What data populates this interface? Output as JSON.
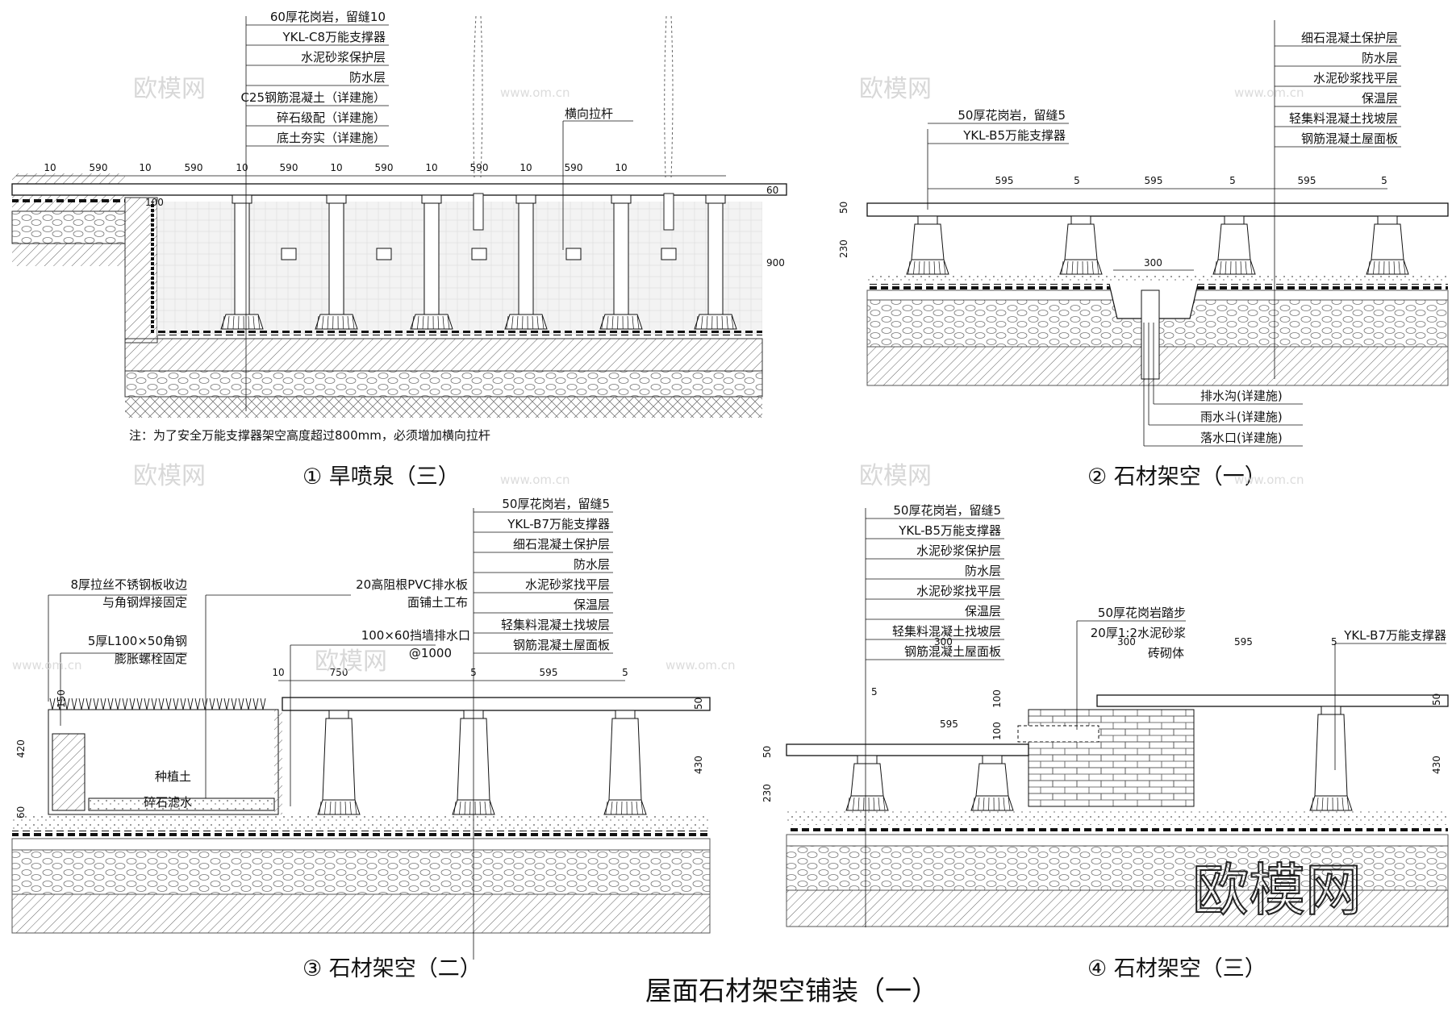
{
  "title": "屋面石材架空铺装（一）",
  "watermark": {
    "brand": "欧模网",
    "url": "www.om.cn"
  },
  "details": [
    {
      "id": "d1",
      "caption": "① 旱喷泉（三）",
      "note": "注：为了安全万能支撑器架空高度超过800mm，必须增加横向拉杆",
      "layers": [
        "60厚花岗岩，留缝10",
        "YKL-C8万能支撑器",
        "水泥砂浆保护层",
        "防水层",
        "C25钢筋混凝土（详建施）",
        "碎石级配（详建施）",
        "底土夯实（详建施）"
      ],
      "callouts": [
        "横向拉杆"
      ],
      "dims": [
        "10",
        "590",
        "10",
        "590",
        "10",
        "590",
        "10",
        "590",
        "10",
        "590",
        "10",
        "590",
        "10",
        "60",
        "100",
        "900"
      ]
    },
    {
      "id": "d2",
      "caption": "② 石材架空（一）",
      "layers_top": [
        "细石混凝土保护层",
        "防水层",
        "水泥砂浆找平层",
        "保温层",
        "轻集料混凝土找坡层",
        "钢筋混凝土屋面板"
      ],
      "layers": [
        "50厚花岗岩，留缝5",
        "YKL-B5万能支撑器"
      ],
      "callouts": [
        "排水沟(详建施)",
        "雨水斗(详建施)",
        "落水口(详建施)"
      ],
      "dims": [
        "595",
        "5",
        "595",
        "5",
        "595",
        "5",
        "300",
        "50",
        "230"
      ]
    },
    {
      "id": "d3",
      "caption": "③ 石材架空（二）",
      "layers": [
        "50厚花岗岩，留缝5",
        "YKL-B7万能支撑器",
        "细石混凝土保护层",
        "防水层",
        "水泥砂浆找平层",
        "保温层",
        "轻集料混凝土找坡层",
        "钢筋混凝土屋面板"
      ],
      "callouts": [
        "8厚拉丝不锈钢板收边",
        "与角钢焊接固定",
        "20高阻根PVC排水板",
        "面铺土工布",
        "5厚L100×50角钢",
        "膨胀螺栓固定",
        "100×60挡墙排水口",
        "@1000",
        "种植土",
        "碎石滤水"
      ],
      "dims": [
        "10",
        "750",
        "5",
        "595",
        "5",
        "50",
        "430",
        "420",
        "150",
        "60"
      ]
    },
    {
      "id": "d4",
      "caption": "④ 石材架空（三）",
      "layers": [
        "50厚花岗岩，留缝5",
        "YKL-B5万能支撑器",
        "水泥砂浆保护层",
        "防水层",
        "水泥砂浆找平层",
        "保温层",
        "轻集料混凝土找坡层",
        "钢筋混凝土屋面板"
      ],
      "callouts": [
        "50厚花岗岩踏步",
        "20厚1:2水泥砂浆",
        "砖砌体",
        "YKL-B7万能支撑器"
      ],
      "dims": [
        "300",
        "300",
        "595",
        "5",
        "5",
        "595",
        "100",
        "100",
        "50",
        "230",
        "50",
        "430"
      ]
    }
  ],
  "colors": {
    "line": "#111111",
    "watermark": "#d8d8d8",
    "water": "#f2f2f2"
  }
}
